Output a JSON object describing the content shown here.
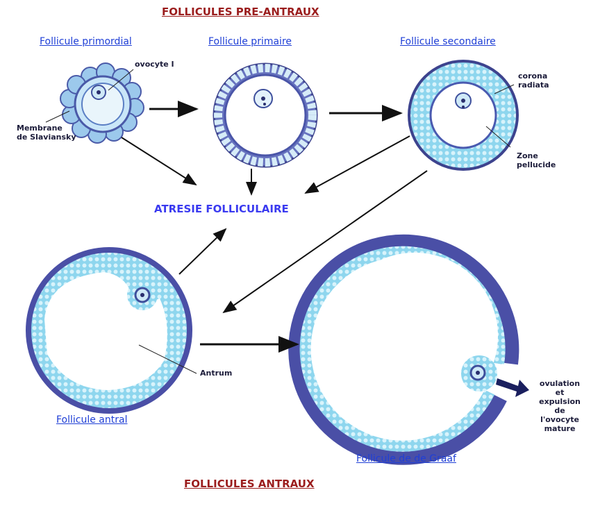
{
  "titles": {
    "top": "FOLLICULES PRE-ANTRAUX",
    "bottom": "FOLLICULES ANTRAUX",
    "center": "ATRESIE FOLLICULAIRE"
  },
  "stages": {
    "primordial": "Follicule primordial",
    "primaire": "Follicule primaire",
    "secondaire": "Follicule secondaire",
    "antral": "Follicule antral",
    "graaf": "Follicule de de Graaf"
  },
  "labels": {
    "ovocyte": "ovocyte I",
    "membrane_line1": "Membrane",
    "membrane_line2": "de Slaviansky",
    "corona_line1": "corona",
    "corona_line2": "radiata",
    "zone_line1": "Zone",
    "zone_line2": "pellucide",
    "antrum": "Antrum",
    "ovulation": [
      "ovulation",
      "et",
      "expulsion",
      "de",
      "l'ovocyte",
      "mature"
    ]
  },
  "colors": {
    "heading": "#9b1d1d",
    "stage_link": "#1f3fd6",
    "center_label": "#3a3af0",
    "theca_dark": "#4a4fa6",
    "granulosa": "#7fd0ea",
    "arrow": "#111111"
  }
}
